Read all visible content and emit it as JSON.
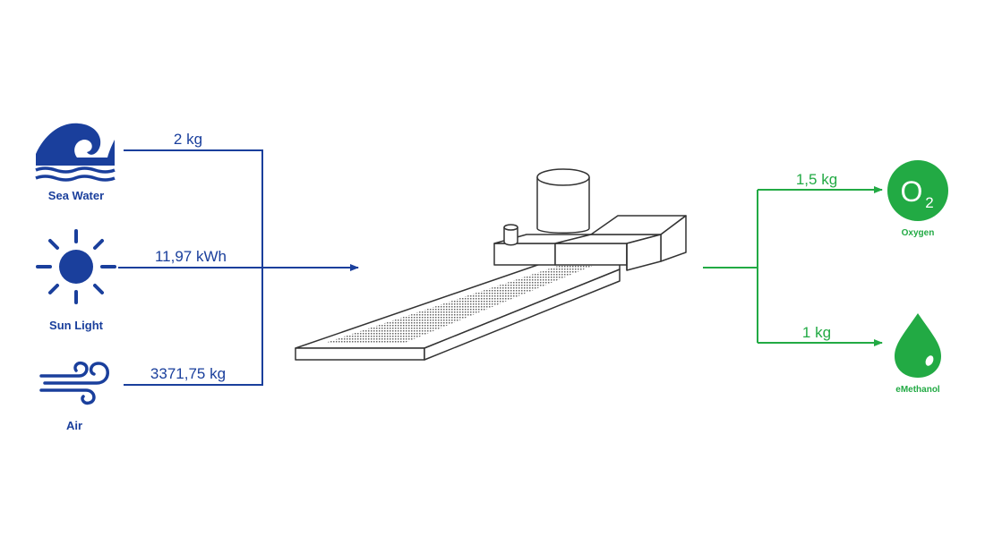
{
  "colors": {
    "input": "#1a3f9c",
    "output": "#22aa44",
    "outline": "#333333"
  },
  "inputs": [
    {
      "name": "Sea Water",
      "quantity": "2 kg",
      "icon": "wave-icon"
    },
    {
      "name": "Sun Light",
      "quantity": "11,97 kWh",
      "icon": "sun-icon"
    },
    {
      "name": "Air",
      "quantity": "3371,75 kg",
      "icon": "wind-icon"
    }
  ],
  "process": {
    "icon": "floating-platform-icon"
  },
  "outputs": [
    {
      "name": "Oxygen",
      "quantity": "1,5 kg",
      "icon": "oxygen-icon",
      "symbol": "O",
      "subscript": "2"
    },
    {
      "name": "eMethanol",
      "quantity": "1 kg",
      "icon": "droplet-icon"
    }
  ]
}
